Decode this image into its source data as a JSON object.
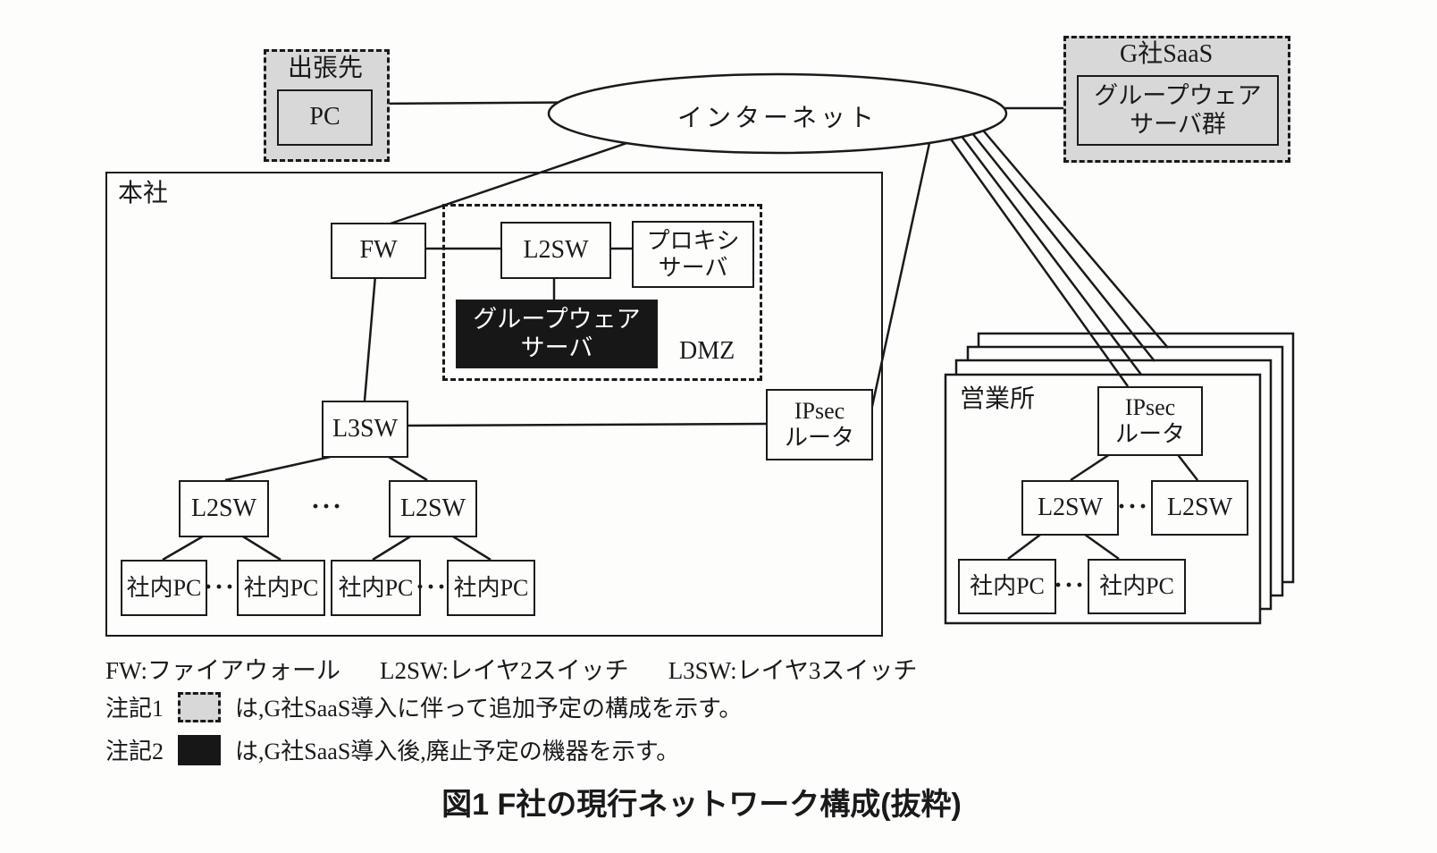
{
  "figure": {
    "trip": {
      "title": "出張先",
      "pc": "PC"
    },
    "internet": "インターネット",
    "saas": {
      "title": "G社SaaS",
      "server": "グループウェア\nサーバ群"
    },
    "hq": {
      "title": "本社",
      "fw": "FW",
      "dmz_l2sw": "L2SW",
      "proxy": "プロキシ\nサーバ",
      "groupware": "グループウェア\nサーバ",
      "dmz": "DMZ",
      "l3sw": "L3SW",
      "ipsec": "IPsec\nルータ",
      "l2sw_a": "L2SW",
      "l2sw_b": "L2SW",
      "pc1": "社内PC",
      "pc2": "社内PC",
      "pc3": "社内PC",
      "pc4": "社内PC",
      "dots": "···"
    },
    "branch": {
      "title": "営業所",
      "ipsec": "IPsec\nルータ",
      "l2sw_a": "L2SW",
      "l2sw_b": "L2SW",
      "pc1": "社内PC",
      "pc2": "社内PC",
      "dots": "···"
    },
    "legend": {
      "items": [
        "FW:ファイアウォール",
        "L2SW:レイヤ2スイッチ",
        "L3SW:レイヤ3スイッチ"
      ]
    },
    "notes": [
      {
        "label": "注記1",
        "text": "は,G社SaaS導入に伴って追加予定の構成を示す。"
      },
      {
        "label": "注記2",
        "text": "は,G社SaaS導入後,廃止予定の機器を示す。"
      }
    ],
    "caption": "図1 F社の現行ネットワーク構成(抜粋)",
    "colors": {
      "added_bg": "#d8d8d8",
      "deprecated_bg": "#171717",
      "line": "#1a1a1a"
    }
  }
}
